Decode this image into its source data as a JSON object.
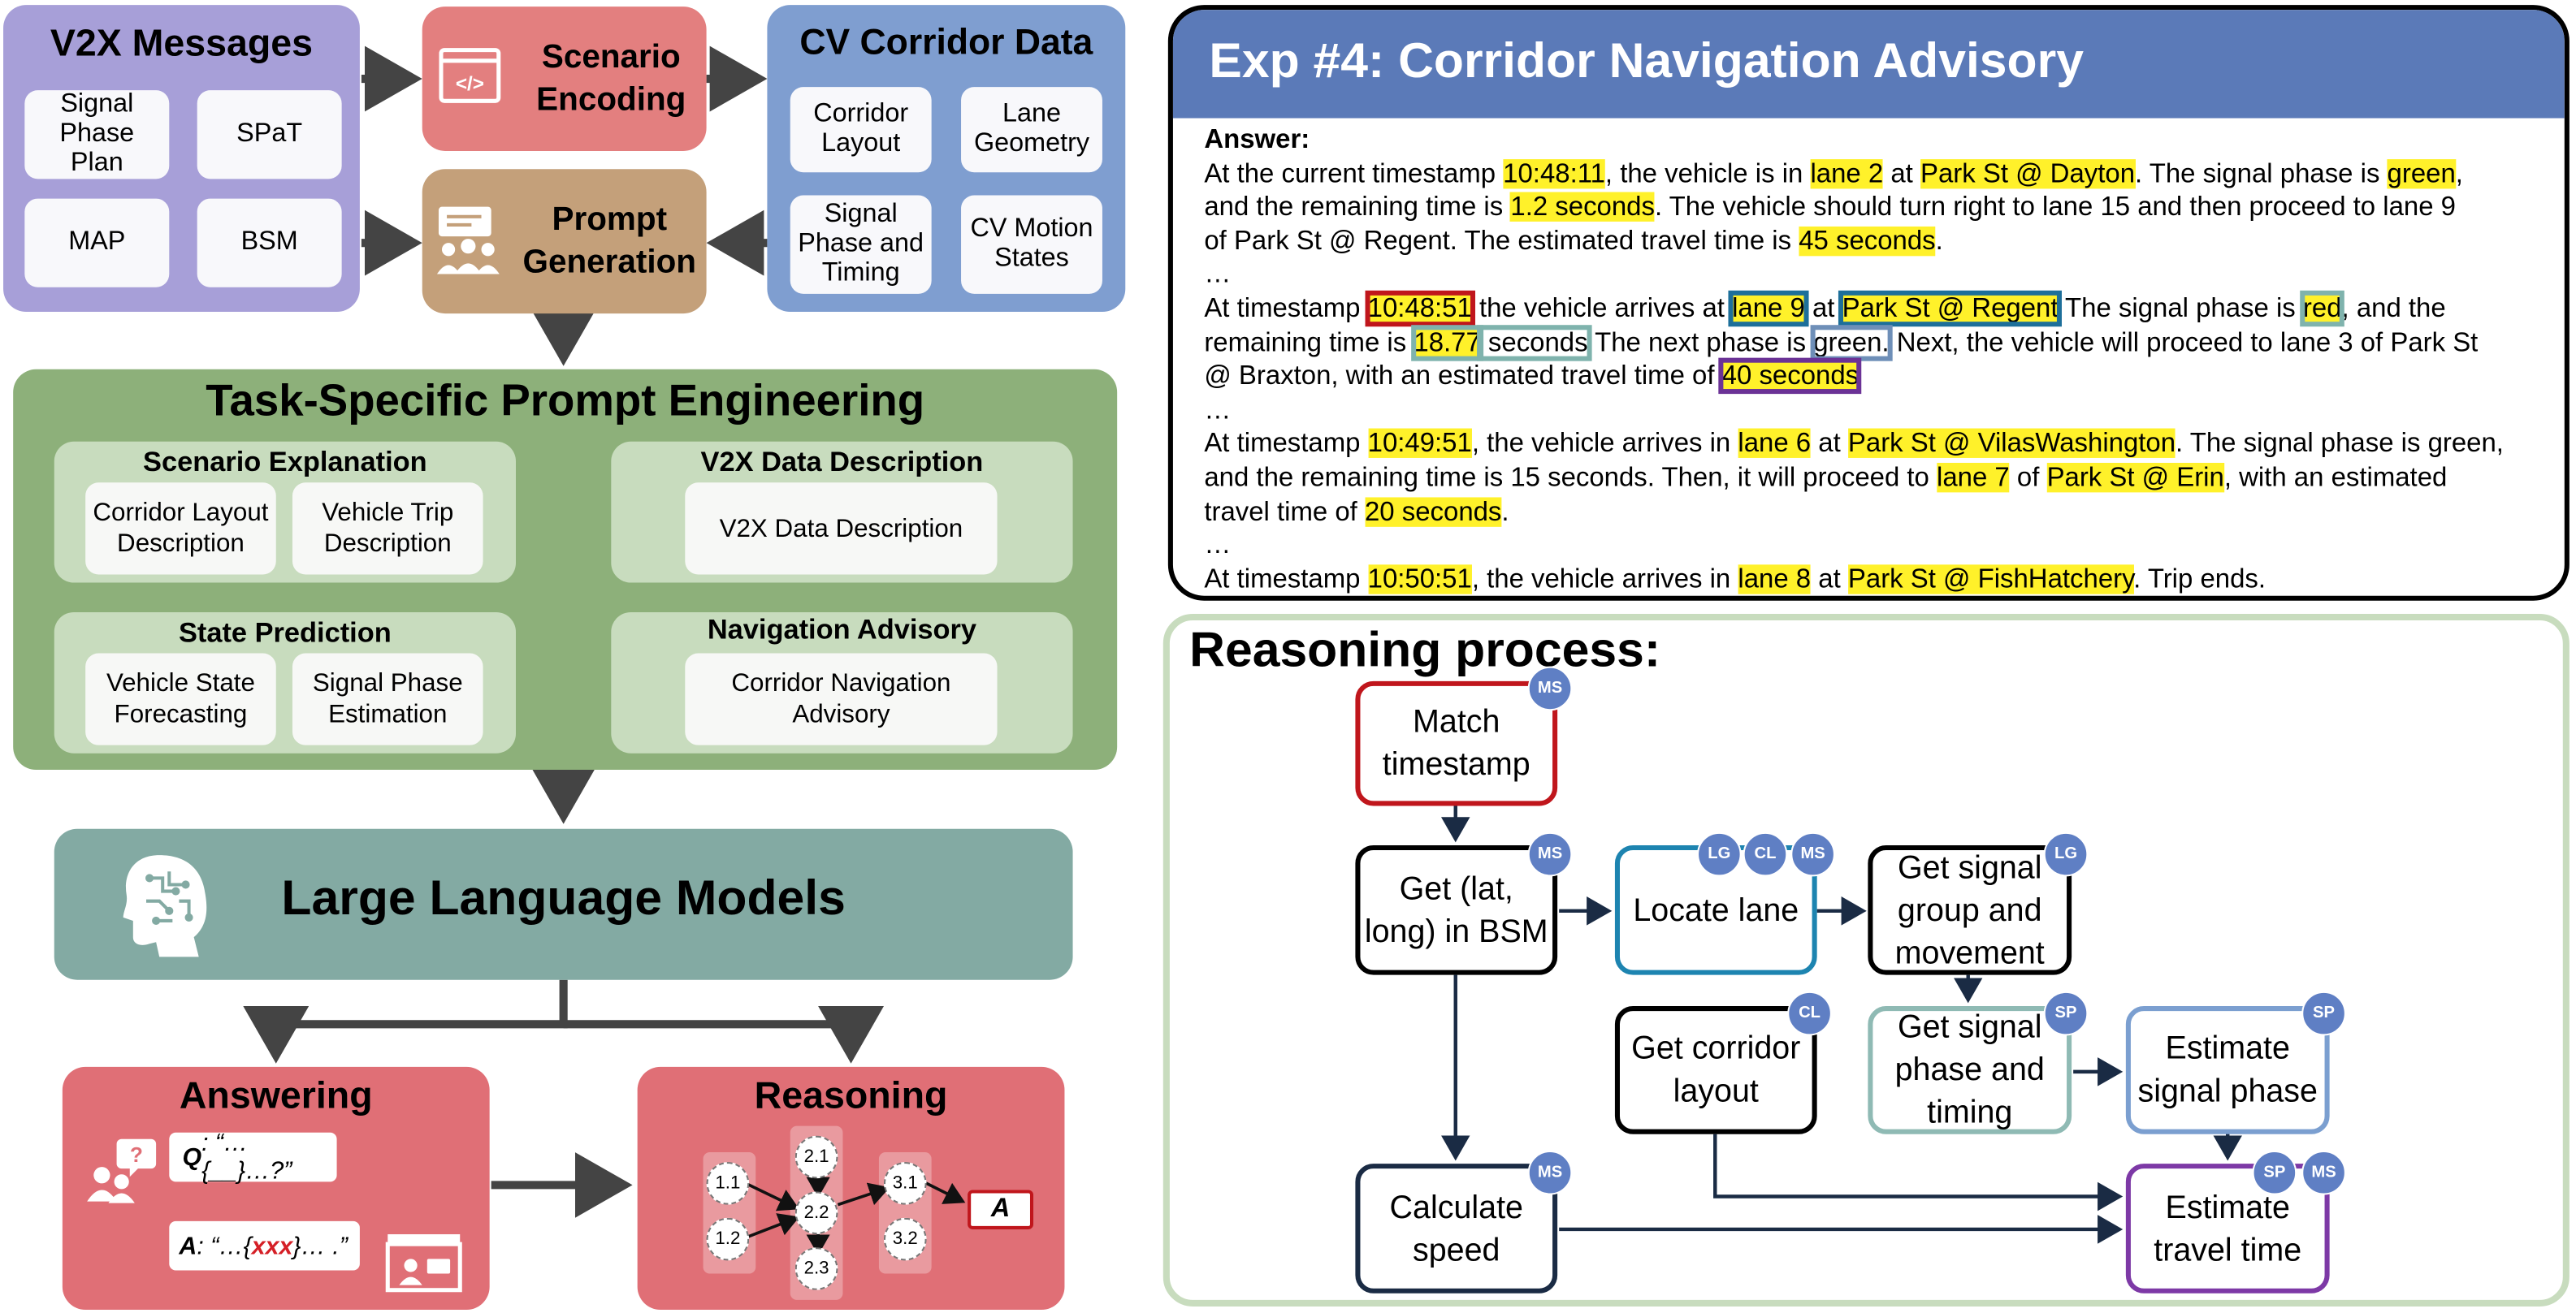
{
  "v2x": {
    "title": "V2X Messages",
    "items": [
      "Signal Phase Plan",
      "SPaT",
      "MAP",
      "BSM"
    ]
  },
  "scenario_encoding": {
    "title": "Scenario Encoding",
    "icon": "code-window-icon"
  },
  "cv_corridor": {
    "title": "CV Corridor Data",
    "items": [
      "Corridor Layout",
      "Lane Geometry",
      "Signal Phase and Timing",
      "CV Motion States"
    ]
  },
  "prompt_generation": {
    "title": "Prompt Generation",
    "icon": "presenter-group-icon"
  },
  "task_prompt": {
    "title": "Task-Specific Prompt Engineering",
    "groups": [
      {
        "title": "Scenario Explanation",
        "items": [
          "Corridor Layout Description",
          "Vehicle Trip Description"
        ]
      },
      {
        "title": "V2X Data Description",
        "items": [
          "V2X Data Description"
        ]
      },
      {
        "title": "State Prediction",
        "items": [
          "Vehicle State Forecasting",
          "Signal Phase Estimation"
        ]
      },
      {
        "title": "Navigation Advisory",
        "items": [
          "Corridor Navigation Advisory"
        ]
      }
    ]
  },
  "llm": {
    "title": "Large Language Models",
    "icon": "brain-head-icon"
  },
  "answering": {
    "title": "Answering",
    "q_label": "Q",
    "q_text": ": “…{__}…?”",
    "a_label": "A",
    "a_pre": ": “…{",
    "a_red": "xxx",
    "a_post": "}… .”"
  },
  "reasoning_block": {
    "title": "Reasoning",
    "nodes": [
      "1.1",
      "1.2",
      "2.1",
      "2.2",
      "2.3",
      "3.1",
      "3.2"
    ],
    "final": "A"
  },
  "exp": {
    "title": "Exp #4: Corridor Navigation Advisory",
    "answer_label": "Answer:",
    "ellipsis": "…",
    "lines": [
      [
        [
          "At the current timestamp ",
          ""
        ],
        [
          "10:48:11",
          "hl"
        ],
        [
          ", the vehicle is in ",
          ""
        ],
        [
          "lane 2",
          "hl"
        ],
        [
          " at ",
          ""
        ],
        [
          "Park St @ Dayton",
          "hl"
        ],
        [
          ". The signal phase is ",
          ""
        ],
        [
          "green",
          "hl"
        ],
        [
          ",",
          ""
        ]
      ],
      [
        [
          "and the remaining time is ",
          ""
        ],
        [
          "1.2 seconds",
          "hl"
        ],
        [
          ". The vehicle should turn right to lane 15 and then proceed to lane 9",
          ""
        ]
      ],
      [
        [
          "of Park St @ Regent. The estimated travel time is ",
          ""
        ],
        [
          "45 seconds",
          "hl"
        ],
        [
          ".",
          ""
        ]
      ],
      [
        [
          "At timestamp ",
          ""
        ],
        [
          "10:48:51",
          "hl red"
        ],
        [
          " the vehicle arrives at ",
          ""
        ],
        [
          "lane 9",
          "hl blue"
        ],
        [
          " at ",
          ""
        ],
        [
          "Park St @ Regent",
          "hl blue"
        ],
        [
          " The signal phase is ",
          ""
        ],
        [
          "red",
          "hl teal"
        ],
        [
          ", and the",
          ""
        ]
      ],
      [
        [
          "remaining time is ",
          ""
        ],
        [
          "18.77",
          "hl teal"
        ],
        [
          " seconds",
          "teal"
        ],
        [
          " The next phase is ",
          ""
        ],
        [
          "green.",
          "steel"
        ],
        [
          " Next, the vehicle will proceed to lane 3 of Park St",
          ""
        ]
      ],
      [
        [
          "@ Braxton, with an estimated travel time of ",
          ""
        ],
        [
          "40 seconds",
          "hl purple"
        ]
      ],
      [
        [
          "At timestamp ",
          ""
        ],
        [
          "10:49:51",
          "hl"
        ],
        [
          ", the vehicle arrives in ",
          ""
        ],
        [
          "lane 6",
          "hl"
        ],
        [
          " at ",
          ""
        ],
        [
          "Park St @ VilasWashington",
          "hl"
        ],
        [
          ". The signal phase is green,",
          ""
        ]
      ],
      [
        [
          "and the remaining time is 15 seconds. Then, it will proceed to ",
          ""
        ],
        [
          "lane 7",
          "hl"
        ],
        [
          " of ",
          ""
        ],
        [
          "Park St @ Erin",
          "hl"
        ],
        [
          ", with an estimated",
          ""
        ]
      ],
      [
        [
          "travel time of ",
          ""
        ],
        [
          "20 seconds",
          "hl"
        ],
        [
          ".",
          ""
        ]
      ],
      [
        [
          "At timestamp ",
          ""
        ],
        [
          "10:50:51",
          "hl"
        ],
        [
          ", the vehicle arrives in ",
          ""
        ],
        [
          "lane 8",
          "hl"
        ],
        [
          " at ",
          ""
        ],
        [
          "Park St @ FishHatchery",
          "hl"
        ],
        [
          ". Trip ends.",
          ""
        ]
      ]
    ]
  },
  "reasoning_process": {
    "title": "Reasoning process:",
    "nodes": {
      "match": "Match timestamp",
      "get_latlong": "Get (lat, long) in BSM",
      "locate": "Locate lane",
      "signal_group": "Get signal group and movement",
      "corridor": "Get corridor layout",
      "spat": "Get signal phase and timing",
      "est_phase": "Estimate signal phase",
      "speed": "Calculate speed",
      "travel": "Estimate travel time"
    },
    "badges": {
      "ms": "MS",
      "lg": "LG",
      "cl": "CL",
      "sp": "SP"
    }
  },
  "colors": {
    "v2x": "#a79fd8",
    "encoding": "#e37f7f",
    "cv": "#7f9ed0",
    "prompt": "#c4a07a",
    "task": "#8db07a",
    "llm": "#83aaa3",
    "answer": "#e06f76",
    "exp_header": "#5b7ab8",
    "highlight": "#fff12a",
    "red_box": "#c0161c",
    "blue_box": "#1d6f9a",
    "teal_box": "#7fb3ad",
    "steel_box": "#6e8fb8",
    "purple_box": "#6b3296",
    "badge": "#5f7fc4"
  }
}
